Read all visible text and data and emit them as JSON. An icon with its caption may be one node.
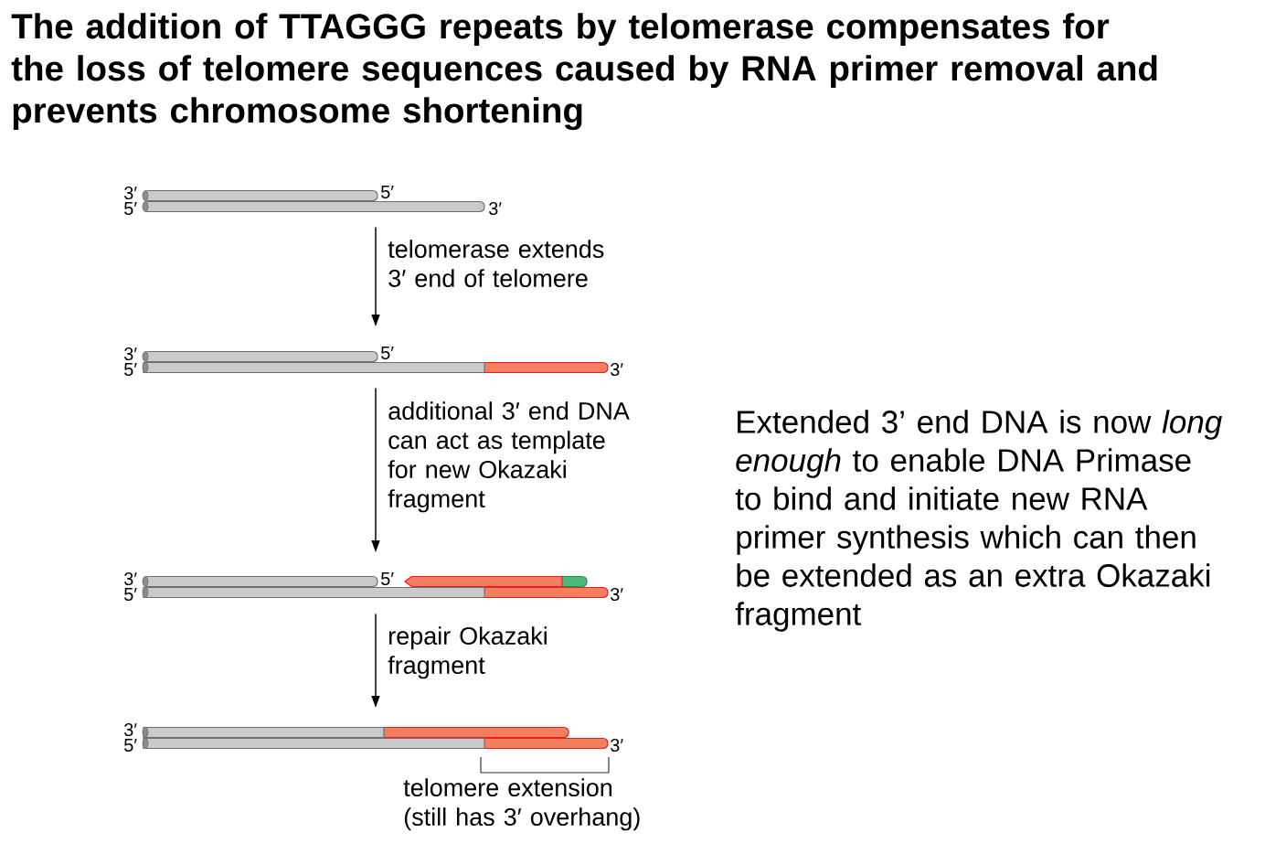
{
  "diagram": {
    "title": "The addition of TTAGGG repeats by telomerase compensates for the loss of telomere sequences caused by RNA primer removal and prevents chromosome shortening",
    "nodes": [
      {
        "text": [
          "5′"
        ],
        "beside": [
          "3′",
          "5′",
          "3′"
        ]
      },
      {
        "text": [
          "5′"
        ],
        "beside": [
          "3′",
          "5′",
          "3′"
        ]
      },
      {
        "text": [
          "5′"
        ],
        "beside": [
          "3′",
          "5′",
          "3′"
        ]
      },
      {
        "text": [],
        "shape": "picture",
        "beside": [
          "3′",
          "5′",
          "3′",
          "telomere extension (still has 3′ overhang)"
        ]
      }
    ],
    "edges": [
      {
        "from": 0,
        "to": 1,
        "arrow": "to",
        "label": "telomerase extends 3′ end of telomere"
      },
      {
        "from": 1,
        "to": 2,
        "arrow": "to",
        "label": "additional 3′ end DNA can act as template for new Okazaki fragment"
      },
      {
        "from": 2,
        "to": 3,
        "arrow": "to",
        "label": "repair Okazaki fragment"
      }
    ],
    "labels": [
      "Extended 3’ end DNA is now *long enough* to enable DNA Primase to bind and initiate new RNA primer synthesis which can then be extended as an extra Okazaki fragment"
    ]
  }
}
